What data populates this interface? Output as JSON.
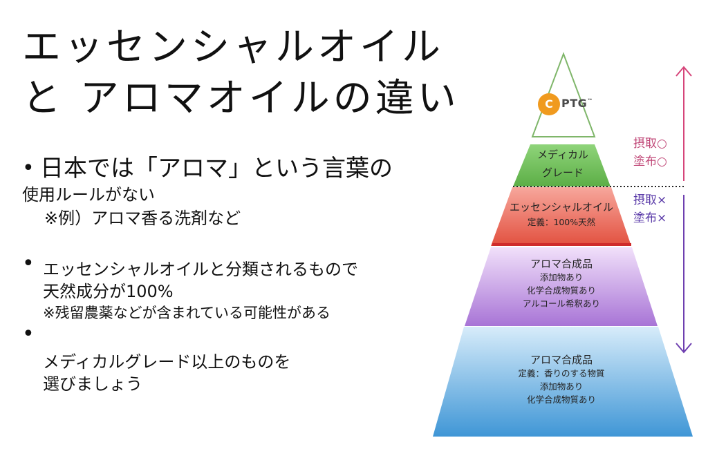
{
  "title": {
    "line1": "エッセンシャルオイル",
    "line2": "と アロマオイルの違い"
  },
  "bullets": {
    "b1_marker": "•",
    "b1_main": "日本では「アロマ」という言葉の",
    "b1_cont": "使用ルールがない",
    "b1_note": "※例）アロマ香る洗剤など",
    "b2_marker": "•",
    "b2_main": "エッセンシャルオイルと分類されるもので",
    "b2_cont": "天然成分が100%",
    "b2_note": "※残留農薬などが含まれている可能性がある",
    "b3_marker": "•",
    "b3_line1": "メディカルグレード以上のものを",
    "b3_line2": "選びましょう"
  },
  "logo": {
    "c": "C",
    "rest": "PTG",
    "tm": "™"
  },
  "tiers": [
    {
      "title": "メディカル",
      "lines": [
        "グレード"
      ]
    },
    {
      "title": "エッセンシャルオイル",
      "lines": [
        "定義：100%天然"
      ]
    },
    {
      "title": "アロマ合成品",
      "lines": [
        "添加物あり",
        "化学合成物質あり",
        "アルコール希釈あり"
      ]
    },
    {
      "title": "アロマ合成品",
      "lines": [
        "定義：香りのする物質",
        "添加物あり",
        "化学合成物質あり"
      ]
    }
  ],
  "side_labels": {
    "upper": [
      "摂取○",
      "塗布○"
    ],
    "lower": [
      "摂取×",
      "塗布×"
    ]
  },
  "colors": {
    "upper_arrow": "#d6457a",
    "lower_arrow": "#6e3fb0",
    "upper_text": "#c04777",
    "lower_text": "#5a3aa8",
    "tier_green": "#6fbf59",
    "tier_red": "#e45f50",
    "tier_purple": "#b07ad8",
    "tier_blue": "#4d9fd9"
  }
}
